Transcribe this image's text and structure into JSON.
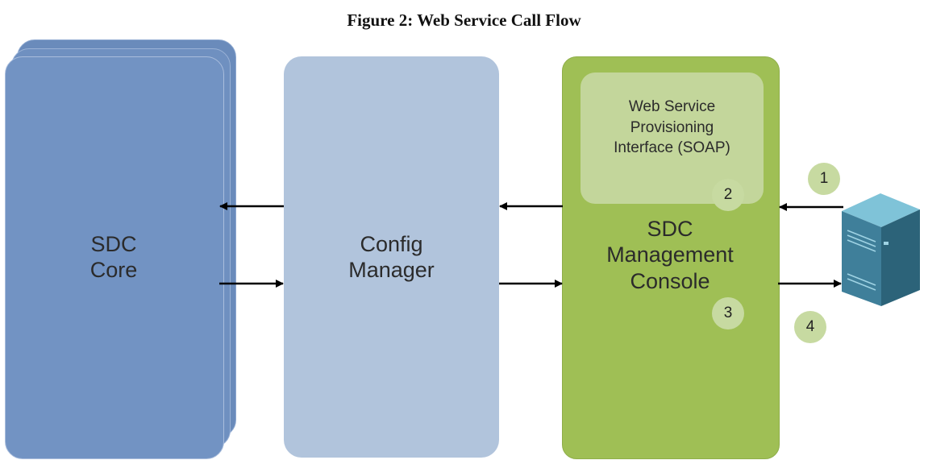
{
  "figure": {
    "title": "Figure 2: Web Service Call Flow"
  },
  "boxes": {
    "core": "SDC\nCore",
    "config_manager": "Config\nManager",
    "web_service": "Web Service\nProvisioning\nInterface (SOAP)",
    "management_console": "SDC\nManagement\nConsole"
  },
  "steps": [
    "1",
    "2",
    "3",
    "4"
  ],
  "colors": {
    "core": "#7293c3",
    "config_manager": "#b1c4dc",
    "management_console": "#9fbf55",
    "web_service": "#c3d69b",
    "step_circle": "#c7daa1",
    "server": "#3f7f9a"
  },
  "icons": {
    "client": "server-icon"
  }
}
